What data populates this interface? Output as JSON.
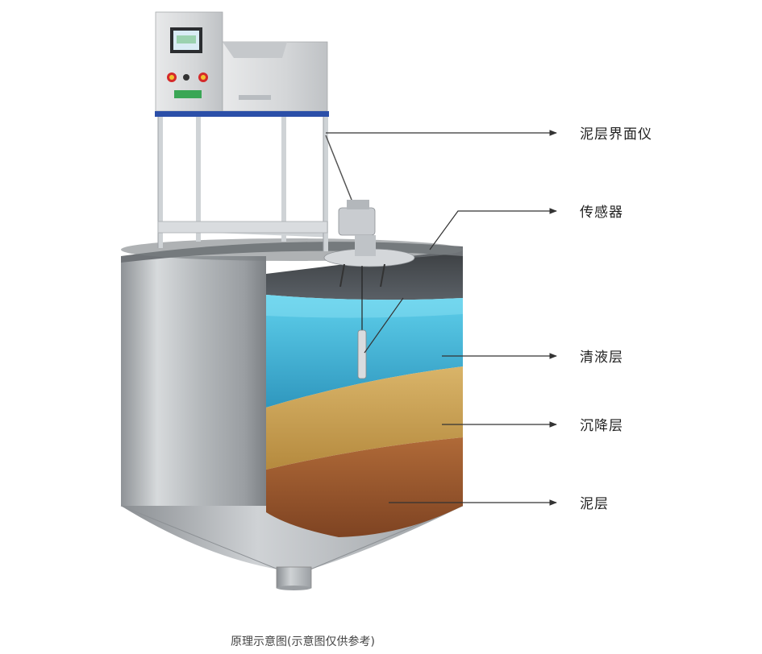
{
  "labels": {
    "interface_meter": "泥层界面仪",
    "sensor": "传感器",
    "clear_liquid": "清液层",
    "settling": "沉降层",
    "sludge": "泥层"
  },
  "caption": "原理示意图(示意图仅供参考)",
  "colors": {
    "steel": "#b8bcc0",
    "clear_layer": "#4fb9d8",
    "settling_layer": "#c9a45a",
    "sludge_layer": "#9a5a30",
    "arrow": "#333333",
    "accent_blue": "#2b4fa8"
  }
}
